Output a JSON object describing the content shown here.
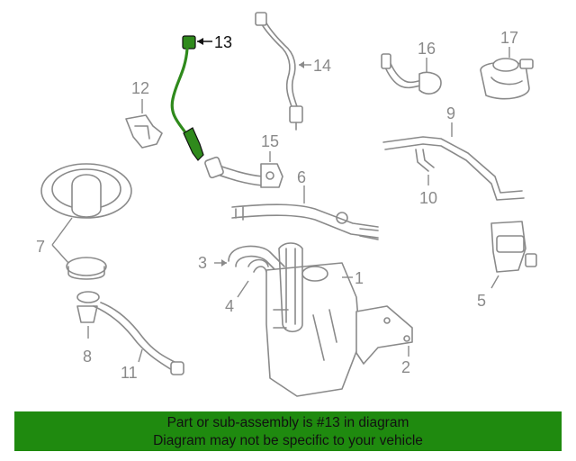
{
  "callouts": {
    "n1": "1",
    "n2": "2",
    "n3": "3",
    "n4": "4",
    "n5": "5",
    "n6": "6",
    "n7": "7",
    "n8": "8",
    "n9": "9",
    "n10": "10",
    "n11": "11",
    "n12": "12",
    "n13": "13",
    "n14": "14",
    "n15": "15",
    "n16": "16",
    "n17": "17"
  },
  "highlighted_part": "13",
  "colors": {
    "highlight": "#2f8a1c",
    "banner": "#1f8a0f",
    "line": "#8a8a8a"
  },
  "banner": {
    "line1": "Part or sub-assembly is #13 in diagram",
    "line2": "Diagram may not be specific to your vehicle"
  }
}
